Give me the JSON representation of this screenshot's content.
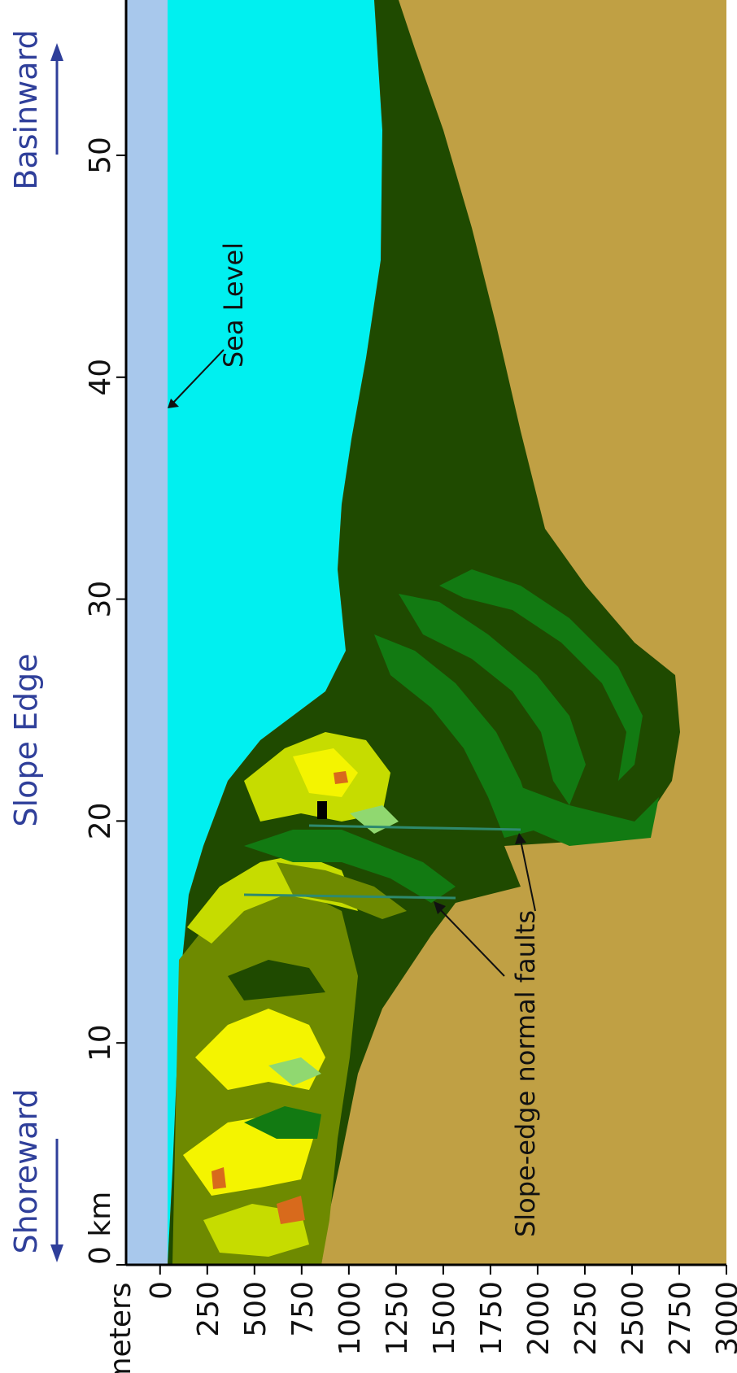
{
  "labels": {
    "shoreward": "Shoreward",
    "slope_edge": "Slope Edge",
    "basinward": "Basinward",
    "sea_level": "Sea Level",
    "faults": "Slope-edge normal faults"
  },
  "distance_axis": {
    "unit_first": "0 km",
    "ticks": [
      "0 km",
      "10",
      "20",
      "30",
      "40",
      "50"
    ],
    "values": [
      0,
      10,
      20,
      30,
      40,
      50
    ],
    "range": [
      0,
      57
    ]
  },
  "depth_axis": {
    "unit": "meters",
    "ticks": [
      "0",
      "250",
      "500",
      "750",
      "1000",
      "1250",
      "1500",
      "1750",
      "2000",
      "2250",
      "2500",
      "2750",
      "3000"
    ],
    "values": [
      0,
      250,
      500,
      750,
      1000,
      1250,
      1500,
      1750,
      2000,
      2250,
      2500,
      2750,
      3000
    ],
    "range": [
      -180,
      3000
    ]
  },
  "colors": {
    "air": "#a8c8ec",
    "sea": "#00f0f0",
    "basement": "#c0a044",
    "deep_green": "#1f4a00",
    "mid_green": "#127a12",
    "olive": "#6e8a00",
    "yellow_green": "#c6dc00",
    "yellow": "#f4f400",
    "light_green": "#90d870",
    "orange": "#d86a1c",
    "label_blue": "#2f3f9a"
  }
}
